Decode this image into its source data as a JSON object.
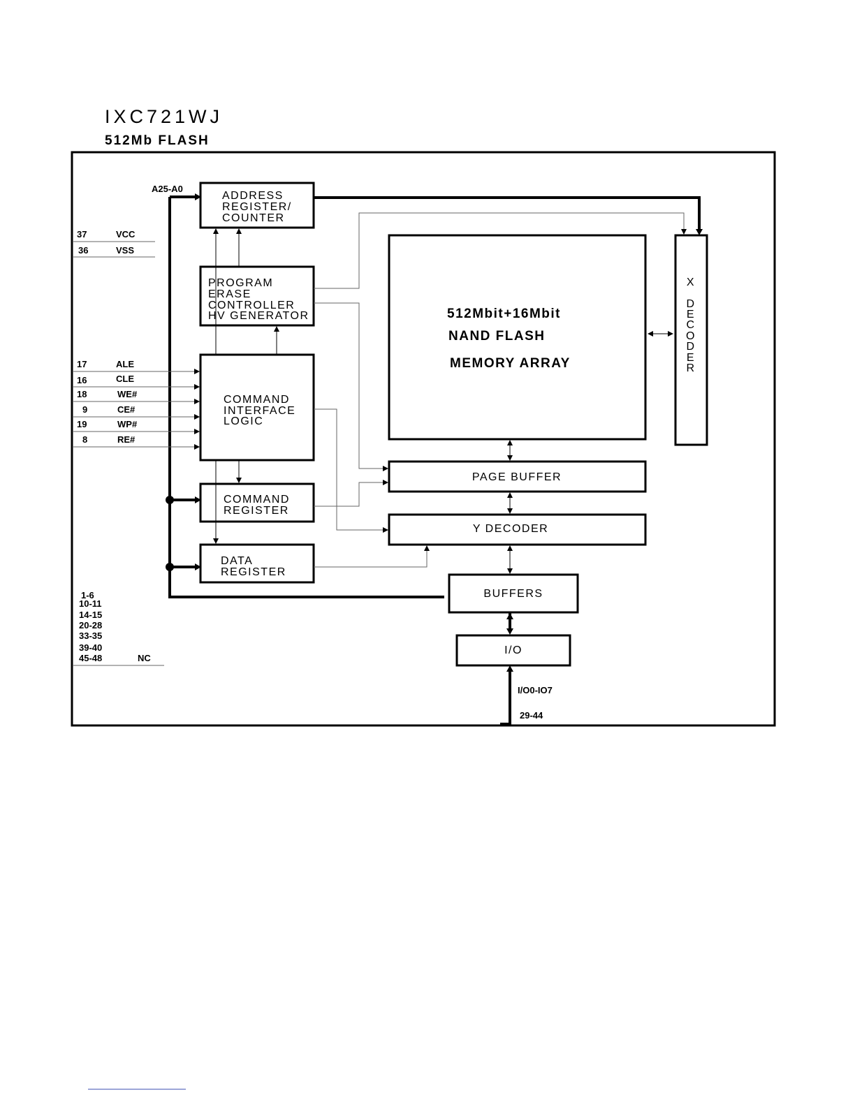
{
  "header": {
    "part_number": "IXC721WJ",
    "subtitle": "512Mb FLASH"
  },
  "blocks": {
    "address_register": [
      "ADDRESS",
      "REGISTER/",
      "COUNTER"
    ],
    "program_erase": [
      "PROGRAM",
      "ERASE",
      "CONTROLLER",
      "HV GENERATOR"
    ],
    "command_interface": [
      "COMMAND",
      "INTERFACE",
      "LOGIC"
    ],
    "command_register": [
      "COMMAND",
      "REGISTER"
    ],
    "data_register": [
      "DATA",
      "REGISTER"
    ],
    "memory_array": [
      "512Mbit+16Mbit",
      "NAND FLASH",
      "MEMORY ARRAY"
    ],
    "x_decoder": [
      "X",
      "D",
      "E",
      "C",
      "O",
      "D",
      "E",
      "R"
    ],
    "page_buffer": "PAGE BUFFER",
    "y_decoder": "Y DECODER",
    "buffers": "BUFFERS",
    "io": "I/O"
  },
  "pins": {
    "address_bus": "A25-A0",
    "power": [
      {
        "num": "37",
        "name": "VCC"
      },
      {
        "num": "36",
        "name": "VSS"
      }
    ],
    "control": [
      {
        "num": "17",
        "name": "ALE"
      },
      {
        "num": "16",
        "name": "CLE"
      },
      {
        "num": "18",
        "name": "WE#"
      },
      {
        "num": "9",
        "name": "CE#"
      },
      {
        "num": "19",
        "name": "WP#"
      },
      {
        "num": "8",
        "name": "RE#"
      }
    ],
    "nc_ranges": [
      "1-6",
      "10-11",
      "14-15",
      "20-28",
      "33-35",
      "39-40",
      "45-48"
    ],
    "nc_label": "NC",
    "io_bus": "I/O0-IO7",
    "io_pins": "29-44"
  }
}
